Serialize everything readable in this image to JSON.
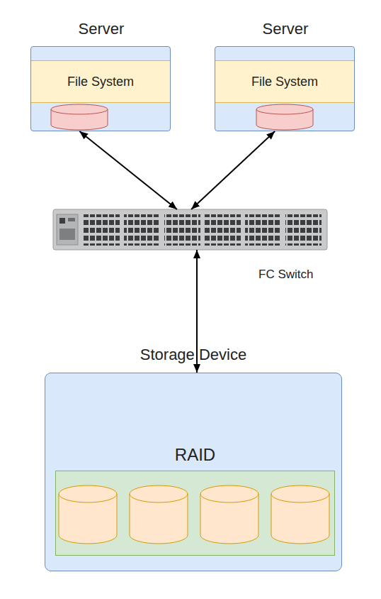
{
  "diagram": {
    "nodes": [
      {
        "text": [
          "Server"
        ]
      },
      {
        "text": [
          "File System"
        ],
        "in": 0
      },
      {
        "text": [
          "Server"
        ]
      },
      {
        "text": [
          "File System"
        ],
        "in": 2
      },
      {
        "text": [
          "FC Switch"
        ]
      },
      {
        "text": [
          "Storage Device"
        ]
      },
      {
        "text": [
          "RAID"
        ],
        "in": 5
      }
    ],
    "edges": [
      {
        "from": 0,
        "to": 4,
        "arrow": "both"
      },
      {
        "from": 2,
        "to": 4,
        "arrow": "both"
      },
      {
        "from": 4,
        "to": 5,
        "arrow": "both"
      }
    ]
  }
}
